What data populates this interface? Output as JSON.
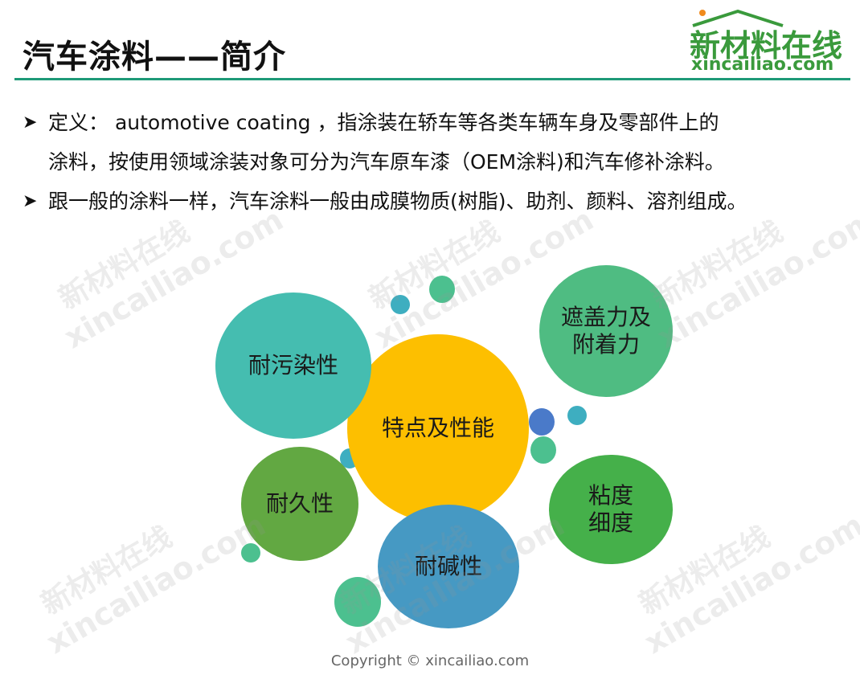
{
  "header": {
    "title": "汽车涂料——简介",
    "logo": {
      "cn": "新材料在线",
      "en": "xincailiao.com"
    }
  },
  "bullets": [
    {
      "line1": "定义： automotive coating ，指涂装在轿车等各类车辆车身及零部件上的",
      "line2": "涂料，按使用领域涂装对象可分为汽车原车漆（OEM涂料)和汽车修补涂料。"
    },
    {
      "line1": "跟一般的涂料一样，汽车涂料一般由成膜物质(树脂)、助剂、颜料、溶剂组成。",
      "line2": ""
    }
  ],
  "diagram": {
    "center": "特点及性能",
    "properties": [
      {
        "line1": "耐污染性",
        "line2": ""
      },
      {
        "line1": "遮盖力及",
        "line2": "附着力"
      },
      {
        "line1": "耐久性",
        "line2": ""
      },
      {
        "line1": "粘度",
        "line2": "细度"
      },
      {
        "line1": "耐碱性",
        "line2": ""
      }
    ]
  },
  "watermark": {
    "cn": "新材料在线",
    "en": "xincailiao.com"
  },
  "footer": {
    "copyright": "Copyright © xincailiao.com"
  },
  "colors": {
    "accent_rule": "#1e9a78",
    "logo_green": "#3a9a3c",
    "center_yellow": "#fdbf00",
    "teal": "#45bdb0",
    "green_mid": "#4fbc82",
    "olive_green": "#62a842",
    "bright_green": "#45b04a",
    "steel_blue": "#4699c3",
    "small_blue": "#4a7ac9",
    "small_teal": "#3eaec0",
    "small_green": "#4cc08f"
  }
}
